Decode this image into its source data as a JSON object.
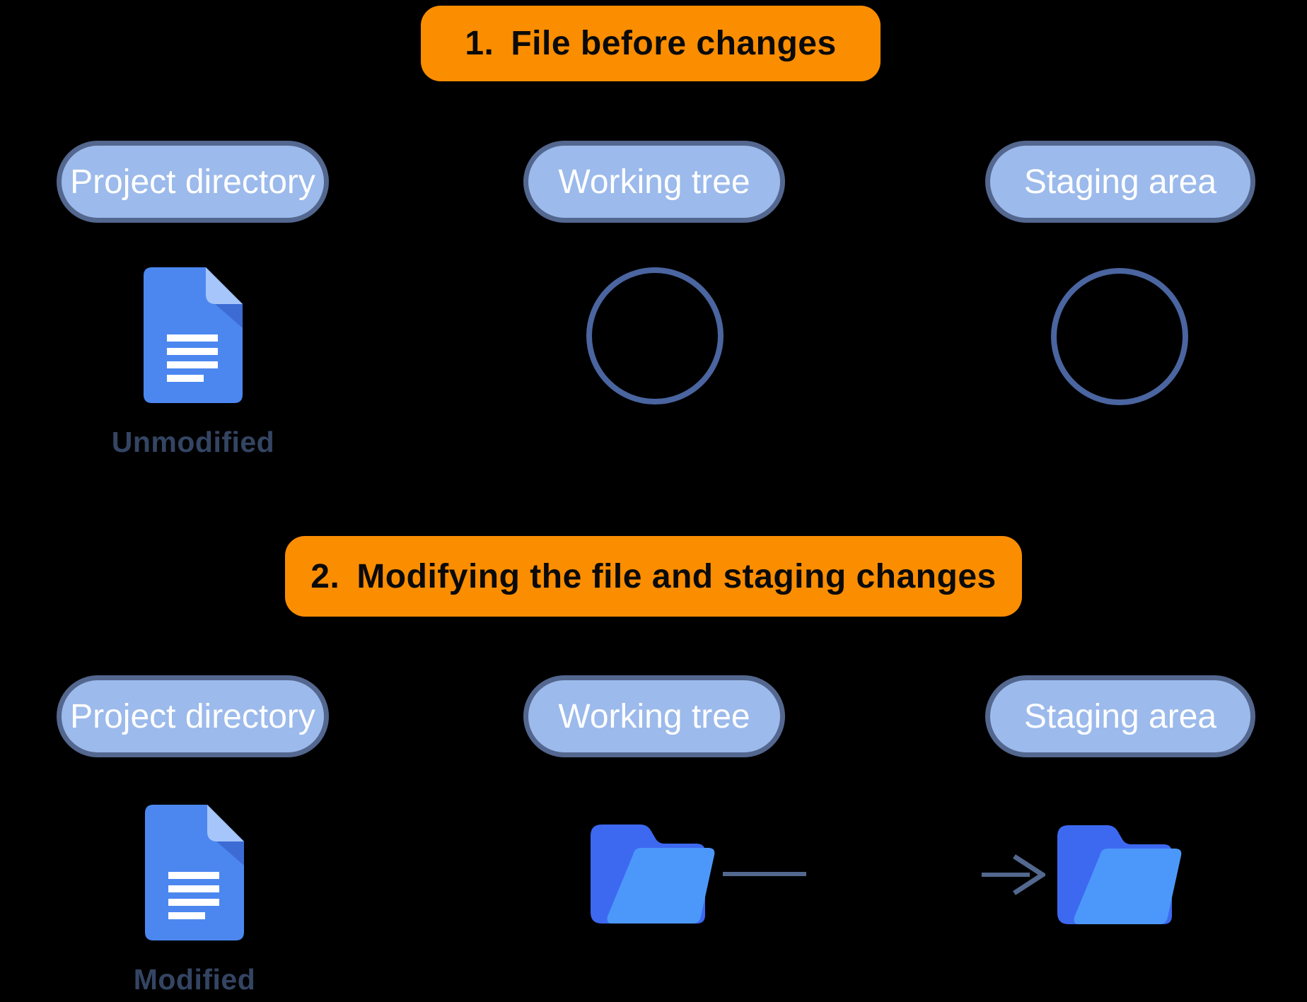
{
  "colors": {
    "background": "#000000",
    "header_bg": "#FB8D01",
    "header_text": "#0A0A0A",
    "pill_fill": "#9CBAEB",
    "pill_border": "#53678F",
    "pill_text": "#FFFFFF",
    "circle_stroke": "#4A65A0",
    "connector": "#52688E",
    "doc_body": "#4C87F0",
    "doc_fold": "#A6C6FB",
    "doc_fold_shadow": "#3C6BD4",
    "doc_lines": "#FFFFFF",
    "folder_back": "#3D69F1",
    "folder_front": "#4C98FA",
    "state_label": "#344563"
  },
  "icons": {
    "document": "document-icon",
    "empty_circle": "empty-circle-icon",
    "folder": "folder-icon",
    "arrow_right": "arrow-right-icon",
    "connector": "connector-line"
  },
  "section1": {
    "header": {
      "number": "1.",
      "title": "File before changes"
    },
    "pills": {
      "project": "Project directory",
      "working": "Working tree",
      "staging": "Staging area"
    },
    "file_state": "Unmodified"
  },
  "section2": {
    "header": {
      "number": "2.",
      "title": "Modifying the file and staging changes"
    },
    "pills": {
      "project": "Project directory",
      "working": "Working tree",
      "staging": "Staging area"
    },
    "file_state": "Modified"
  }
}
